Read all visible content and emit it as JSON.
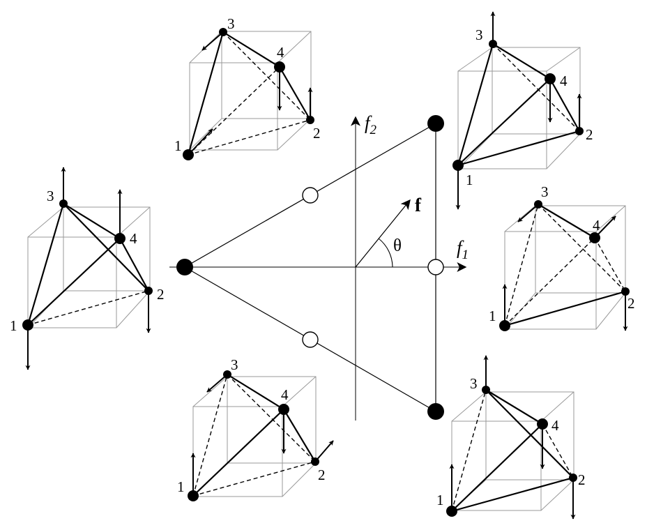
{
  "axes": {
    "f1_label": "f",
    "f1_subscript": "1",
    "f2_label": "f",
    "f2_subscript": "2",
    "force_vector_label": "f",
    "angle_label": "θ"
  },
  "vertex_labels": [
    "1",
    "2",
    "3",
    "4"
  ],
  "cube_count": 6,
  "line_styles": {
    "cube_edges": "thin gray",
    "tension_struts": "solid black",
    "hidden_struts": "dashed black",
    "forces": "black arrows"
  },
  "polygon_markers": {
    "filled_vertices": 3,
    "open_midpoints": 3
  }
}
